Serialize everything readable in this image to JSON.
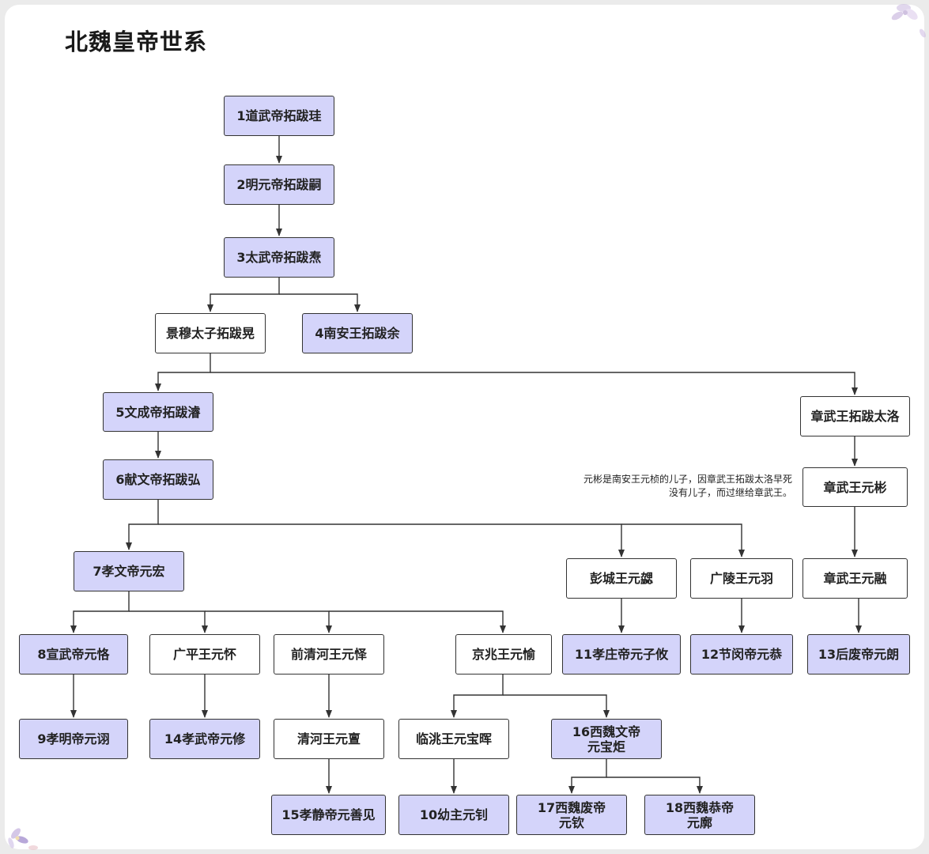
{
  "title": "北魏皇帝世系",
  "colors": {
    "emperor_fill": "#d4d4fa",
    "other_fill": "#ffffff",
    "border": "#333333",
    "connector": "#333333"
  },
  "nodes": {
    "n1": "1道武帝拓跋珪",
    "n2": "2明元帝拓跋嗣",
    "n3": "3太武帝拓跋焘",
    "jingmu": "景穆太子拓跋晃",
    "n4": "4南安王拓跋余",
    "n5": "5文成帝拓跋濬",
    "zhangwu_tuoba": "章武王拓跋太洛",
    "n6": "6献文帝拓跋弘",
    "zhangwu_bin": "章武王元彬",
    "n7": "7孝文帝元宏",
    "pengcheng": "彭城王元勰",
    "guangling": "广陵王元羽",
    "zhangwu_rong": "章武王元融",
    "n8": "8宣武帝元恪",
    "guangping": "广平王元怀",
    "qianqinghe": "前清河王元怿",
    "jingzhao": "京兆王元愉",
    "n11": "11孝庄帝元子攸",
    "n12": "12节闵帝元恭",
    "n13": "13后废帝元朗",
    "n9": "9孝明帝元诩",
    "n14": "14孝武帝元修",
    "qinghe": "清河王元亶",
    "lintao": "临洮王元宝晖",
    "n16": "16西魏文帝\n元宝炬",
    "n15": "15孝静帝元善见",
    "n10": "10幼主元钊",
    "n17": "17西魏废帝\n元钦",
    "n18": "18西魏恭帝\n元廓"
  },
  "note": "元彬是南安王元桢的儿子，因章武王拓跋太洛早死\n没有儿子，而过继给章武王。"
}
